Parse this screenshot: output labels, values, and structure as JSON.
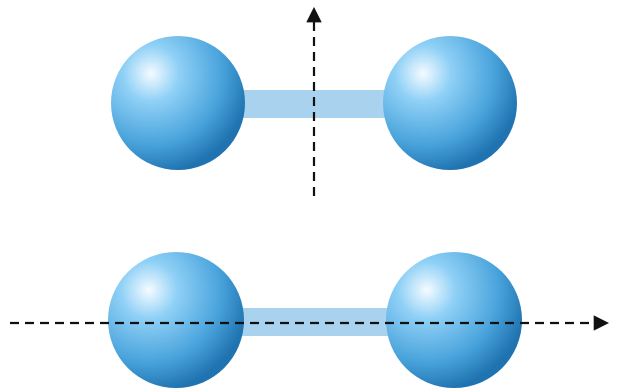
{
  "diagrams": [
    {
      "id": "top",
      "rotation_axis": "vertical",
      "axis_arrow_direction": "up"
    },
    {
      "id": "bottom",
      "rotation_axis": "horizontal",
      "axis_arrow_direction": "right"
    }
  ],
  "colors": {
    "background": "#ffffff",
    "bond": "#a8d2ee",
    "sphere_highlight": "#f4fbff",
    "sphere_light": "#8fd0f6",
    "sphere_mid": "#4aa4dc",
    "sphere_dark": "#1f73b0",
    "axis": "#111111"
  }
}
